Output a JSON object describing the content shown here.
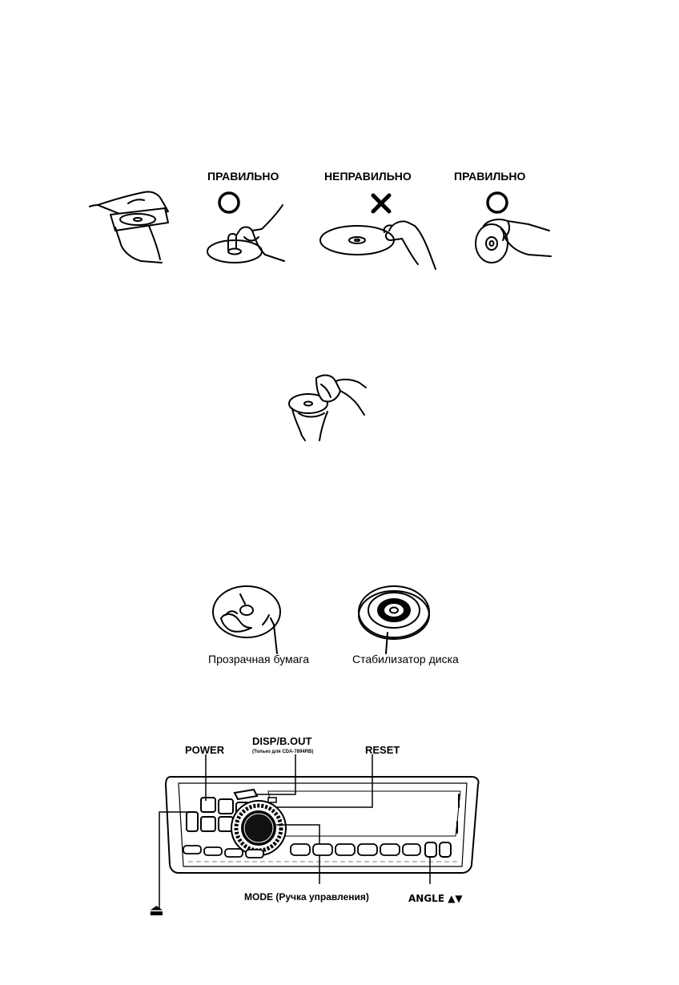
{
  "handling": {
    "label_correct_1": "ПРАВИЛЬНО",
    "label_incorrect": "НЕПРАВИЛЬНО",
    "label_correct_2": "ПРАВИЛЬНО"
  },
  "accessories": {
    "left_caption": "Прозрачная бумага",
    "right_caption": "Стабилизатор диска"
  },
  "control_panel": {
    "power_label": "POWER",
    "disp_label": "DISP/B.OUT",
    "disp_note": "(Только для CDA-7894RB)",
    "reset_label": "RESET",
    "mode_label": "MODE (Ручка управления)",
    "angle_label": "ANGLE ▲▼",
    "eject_symbol": "⏏"
  }
}
